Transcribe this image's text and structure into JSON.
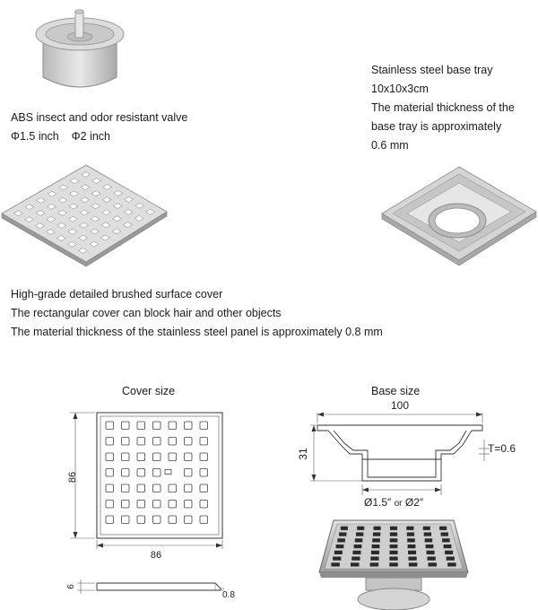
{
  "valve": {
    "title": "ABS insect and odor resistant valve",
    "size1": "Φ1.5 inch",
    "size2": "Φ2 inch"
  },
  "tray": {
    "title": "Stainless steel base tray",
    "dims": "10x10x3cm",
    "thickness_line1": "The material thickness of the",
    "thickness_line2": "base tray is approximately",
    "thickness_value": "0.6 mm"
  },
  "cover": {
    "line1": "High-grade detailed brushed surface cover",
    "line2": "The rectangular cover can block hair and other objects",
    "line3": "The material thickness of the stainless steel panel is approximately 0.8 mm"
  },
  "cover_drawing": {
    "title": "Cover size",
    "width": "86",
    "height": "86",
    "thickness_left": "6",
    "thickness_right": "0.8"
  },
  "base_drawing": {
    "title": "Base size",
    "width": "100",
    "height": "31",
    "thickness": "T=0.6",
    "diameter_a": "Ø1.5″",
    "or": "or",
    "diameter_b": "Ø2″"
  }
}
